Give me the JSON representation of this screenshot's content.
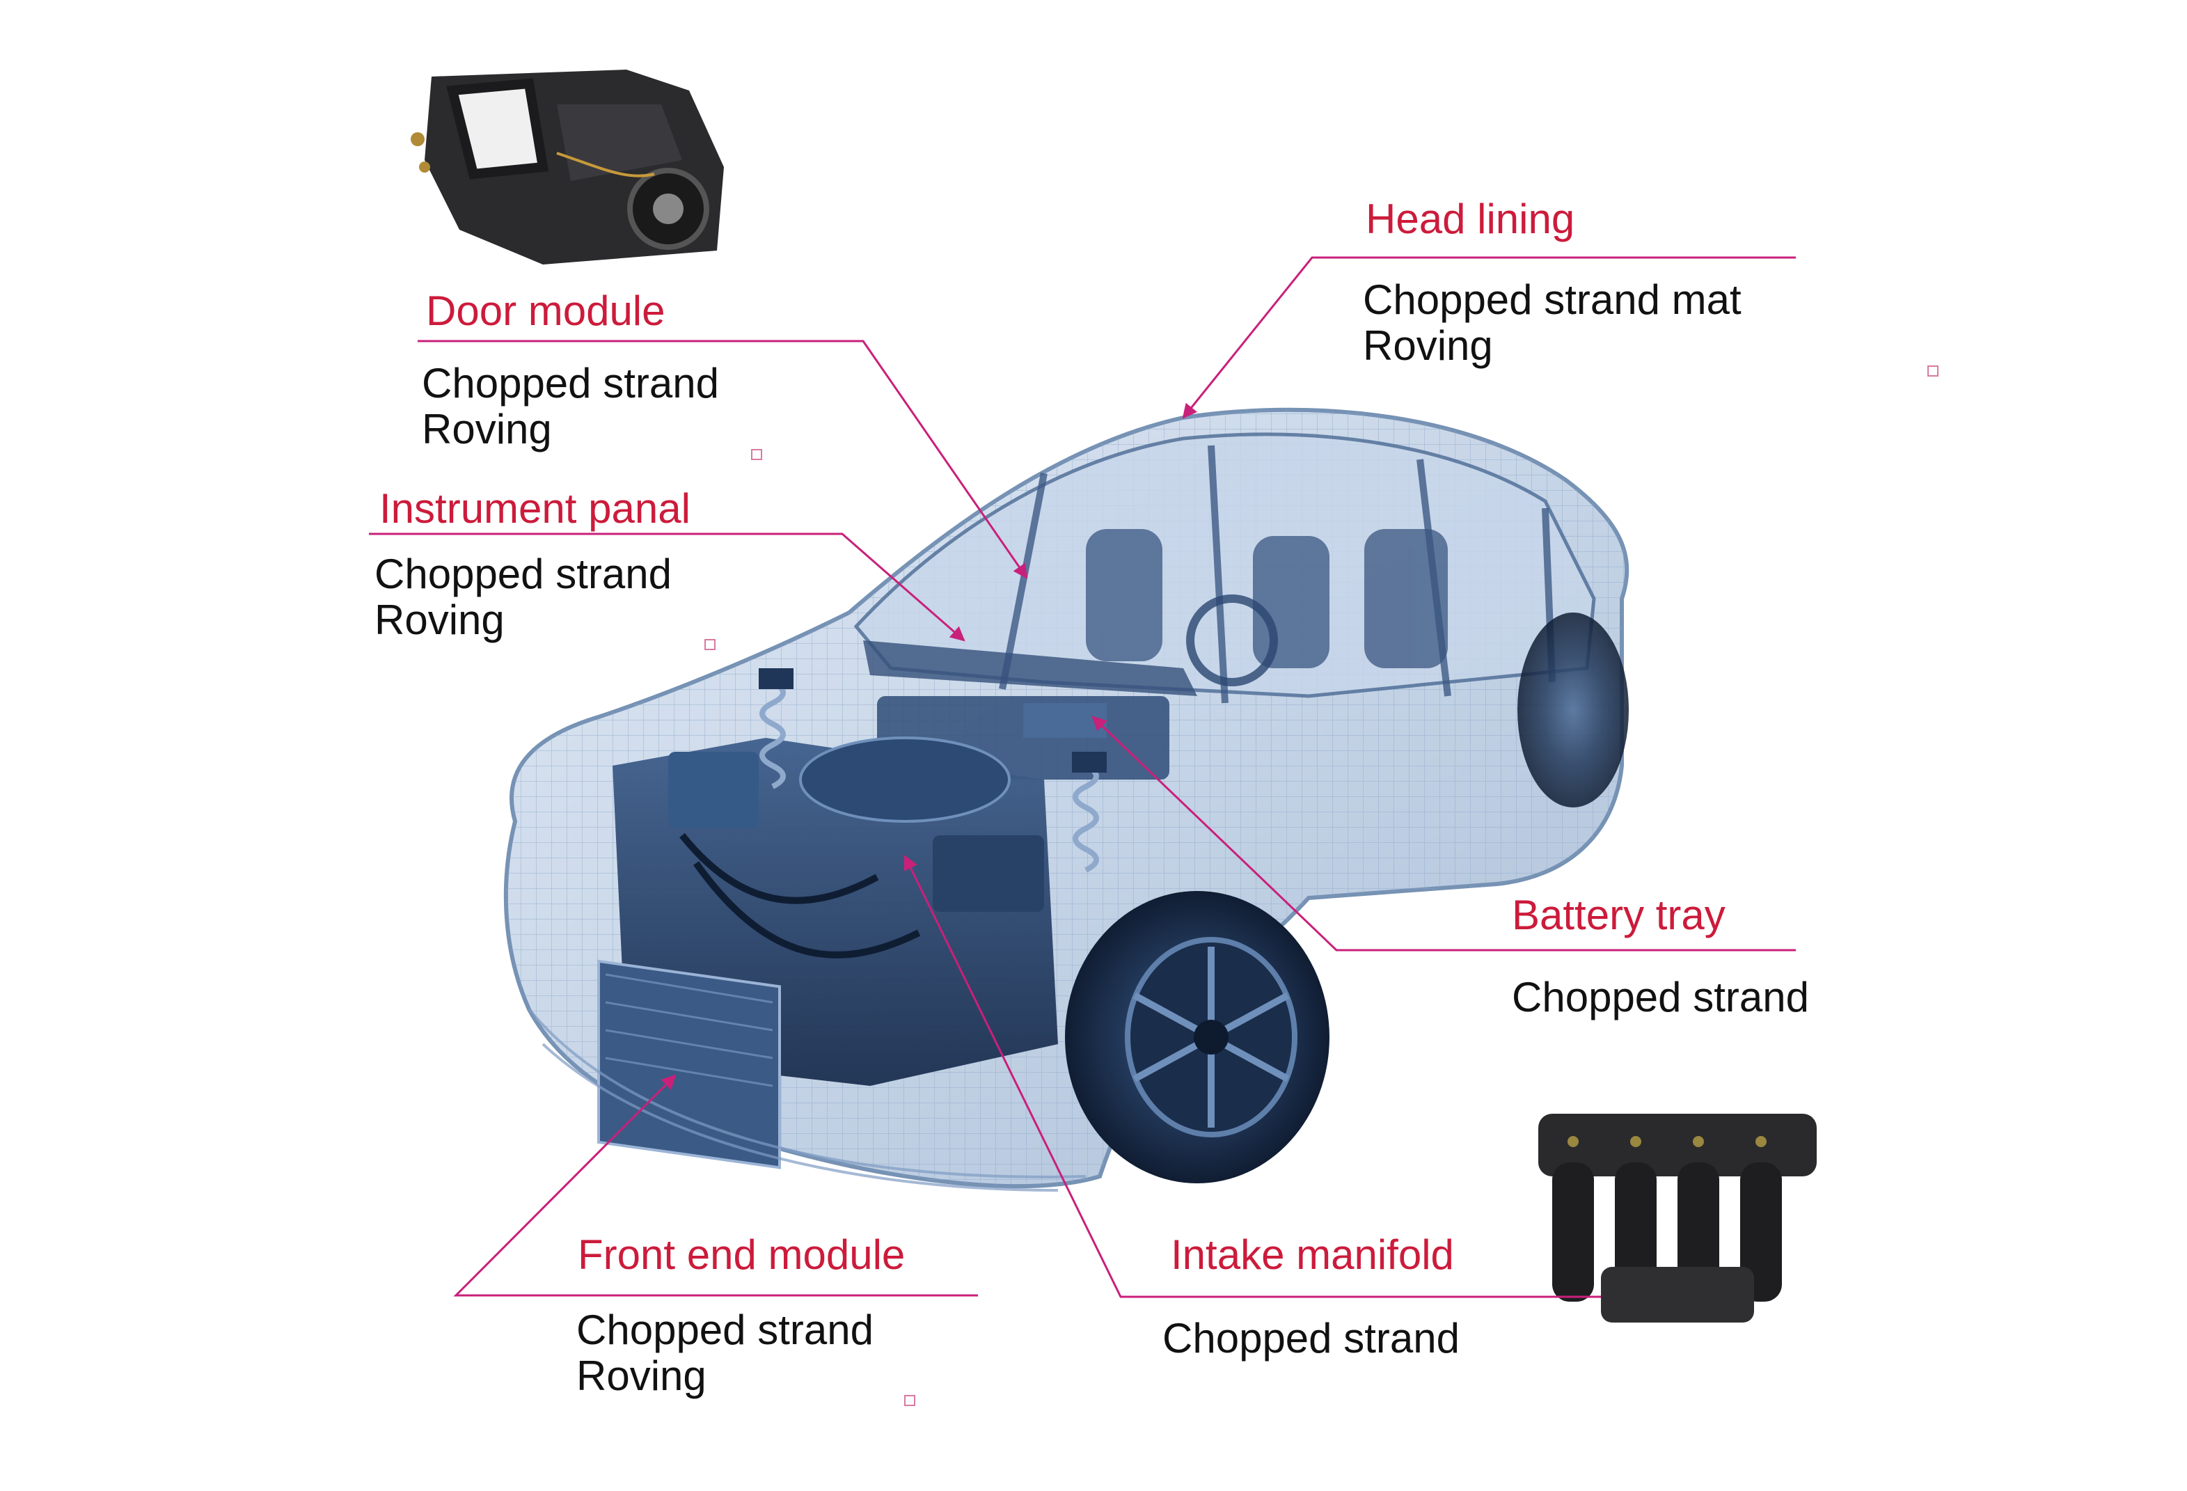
{
  "colors": {
    "accent": "#cc1b3b",
    "leader_line": "#c9207a",
    "material_text": "#111111",
    "car_body": "#2a4c7a"
  },
  "callouts": [
    {
      "id": "head-lining",
      "title": "Head lining",
      "materials": [
        "Chopped strand mat",
        "Roving"
      ]
    },
    {
      "id": "door-module",
      "title": "Door module",
      "materials": [
        "Chopped strand",
        "Roving"
      ]
    },
    {
      "id": "instrument-panel",
      "title": "Instrument panal",
      "materials": [
        "Chopped strand",
        "Roving"
      ]
    },
    {
      "id": "battery-tray",
      "title": "Battery tray",
      "materials": [
        "Chopped strand"
      ]
    },
    {
      "id": "front-end-module",
      "title": "Front end module",
      "materials": [
        "Chopped strand",
        "Roving"
      ]
    },
    {
      "id": "intake-manifold",
      "title": "Intake manifold",
      "materials": [
        "Chopped strand"
      ]
    }
  ],
  "images": {
    "door_module_photo": "door-module-photo",
    "intake_manifold_photo": "intake-manifold-photo",
    "car_illustration": "transparent-car-illustration"
  }
}
